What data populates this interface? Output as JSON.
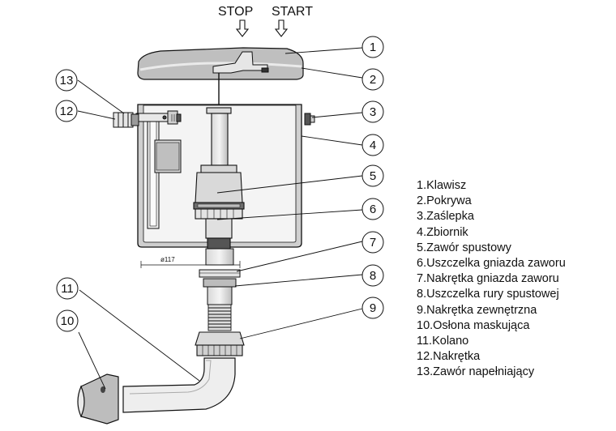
{
  "flow_labels": {
    "stop": "STOP",
    "start": "START"
  },
  "dimension_label": "ø117",
  "callouts": [
    "1",
    "2",
    "3",
    "4",
    "5",
    "6",
    "7",
    "8",
    "9",
    "10",
    "11",
    "12",
    "13"
  ],
  "legend": [
    "1.Klawisz",
    "2.Pokrywa",
    "3.Zaślepka",
    "4.Zbiornik",
    "5.Zawór spustowy",
    "6.Uszczelka gniazda zaworu",
    "7.Nakrętka gniazda zaworu",
    "8.Uszczelka rury spustowej",
    "9.Nakrętka zewnętrzna",
    "10.Osłona maskująca",
    "11.Kolano",
    "12.Nakrętka",
    "13.Zawór napełniający"
  ]
}
